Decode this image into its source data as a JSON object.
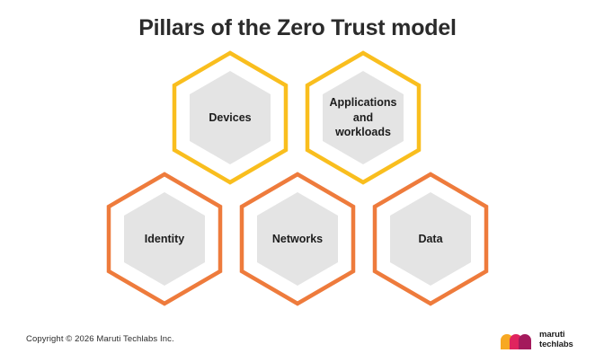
{
  "page": {
    "title": "Pillars of the Zero Trust model",
    "background_color": "#ffffff"
  },
  "colors": {
    "accent_yellow": "#F9BE1E",
    "accent_orange": "#EE7B3C",
    "hex_fill_gray": "#E4E4E4",
    "title_text": "#2b2b2b",
    "label_text": "#1d1d1d",
    "logo_amber": "#F7A823",
    "logo_pink": "#E0245E",
    "logo_magenta": "#A41A5C"
  },
  "diagram": {
    "type": "hexagon-pillars",
    "rows": [
      {
        "name": "top-row",
        "outline_color": "#F9BE1E",
        "pillars": [
          {
            "id": "devices",
            "label": "Devices",
            "lines": [
              "Devices"
            ]
          },
          {
            "id": "applications-and-workloads",
            "label": "Applications and workloads",
            "lines": [
              "Applications",
              "and",
              "workloads"
            ]
          }
        ]
      },
      {
        "name": "bottom-row",
        "outline_color": "#EE7B3C",
        "pillars": [
          {
            "id": "identity",
            "label": "Identity",
            "lines": [
              "Identity"
            ]
          },
          {
            "id": "networks",
            "label": "Networks",
            "lines": [
              "Networks"
            ]
          },
          {
            "id": "data",
            "label": "Data",
            "lines": [
              "Data"
            ]
          }
        ]
      }
    ]
  },
  "footer": {
    "copyright": "Copyright © 2026 Maruti Techlabs Inc.",
    "logo": {
      "name": "maruti-techlabs-logo",
      "line1": "maruti",
      "line2": "techlabs"
    }
  }
}
